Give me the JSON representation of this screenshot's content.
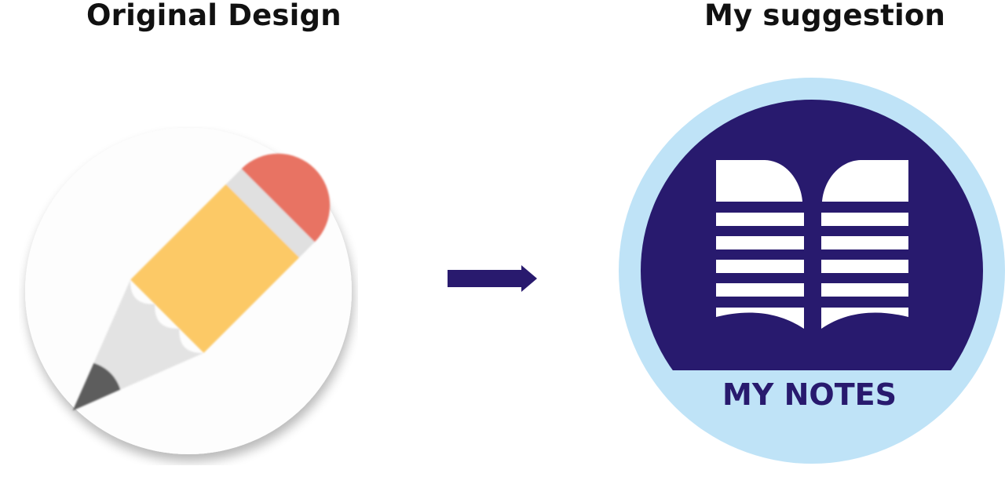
{
  "headings": {
    "original": "Original Design",
    "suggestion": "My suggestion"
  },
  "original_icon": {
    "icon": "pencil-icon",
    "colors": {
      "background": "#fdfdfd",
      "eraser": "#e87363",
      "ferrule": "#e0e0e0",
      "body": "#fcc966",
      "wood": "#e3e3e3",
      "lead": "#5d5d5d"
    }
  },
  "arrow": {
    "icon": "right-arrow-icon",
    "color": "#291a6e"
  },
  "suggested_icon": {
    "icon": "open-book-icon",
    "label": "MY NOTES",
    "colors": {
      "outer_ring": "#bfe3f7",
      "inner_circle": "#281a6e",
      "book": "#ffffff",
      "label": "#281a6e"
    }
  }
}
